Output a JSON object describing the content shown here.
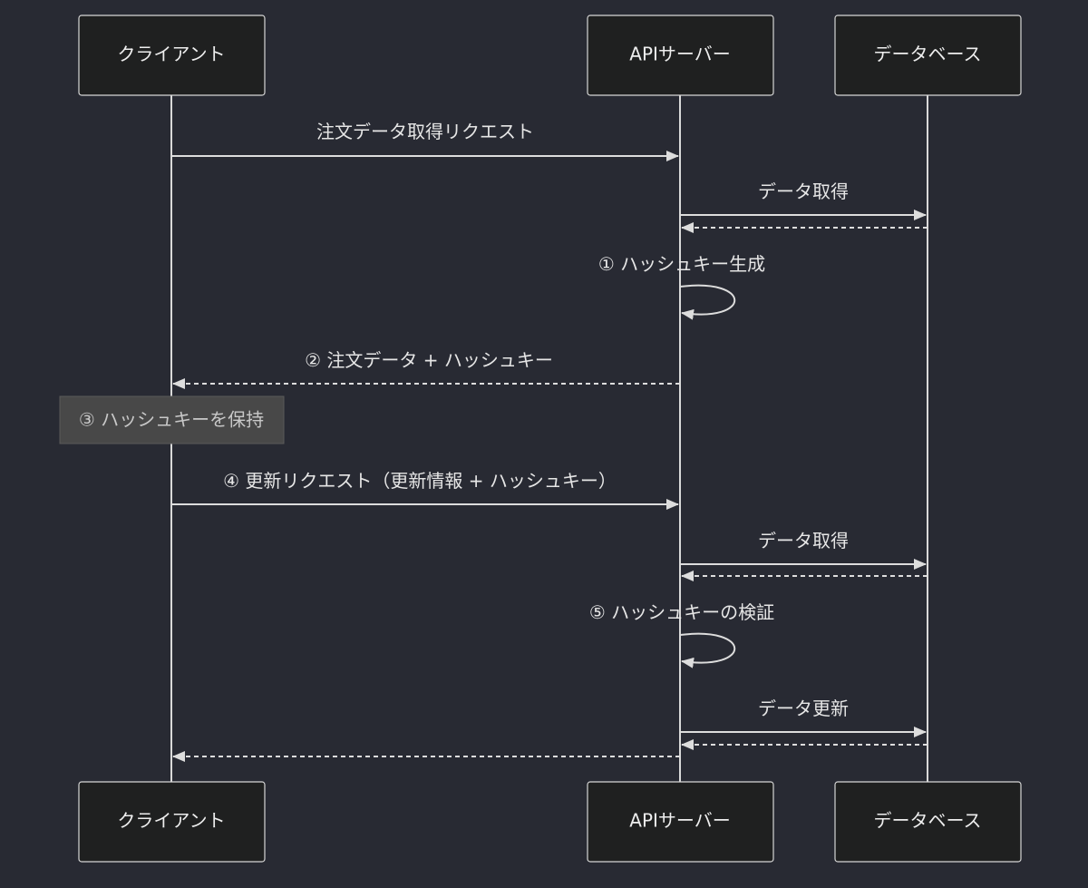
{
  "actors": {
    "client": "クライアント",
    "api": "APIサーバー",
    "db": "データベース"
  },
  "messages": {
    "m1": "注文データ取得リクエスト",
    "m2": "データ取得",
    "m3": "① ハッシュキー生成",
    "m4": "② 注文データ + ハッシュキー",
    "m5": "④ 更新リクエスト（更新情報 + ハッシュキー）",
    "m6": "データ取得",
    "m7": "⑤ ハッシュキーの検証",
    "m8": "データ更新"
  },
  "note": {
    "text": "③ ハッシュキーを保持"
  }
}
